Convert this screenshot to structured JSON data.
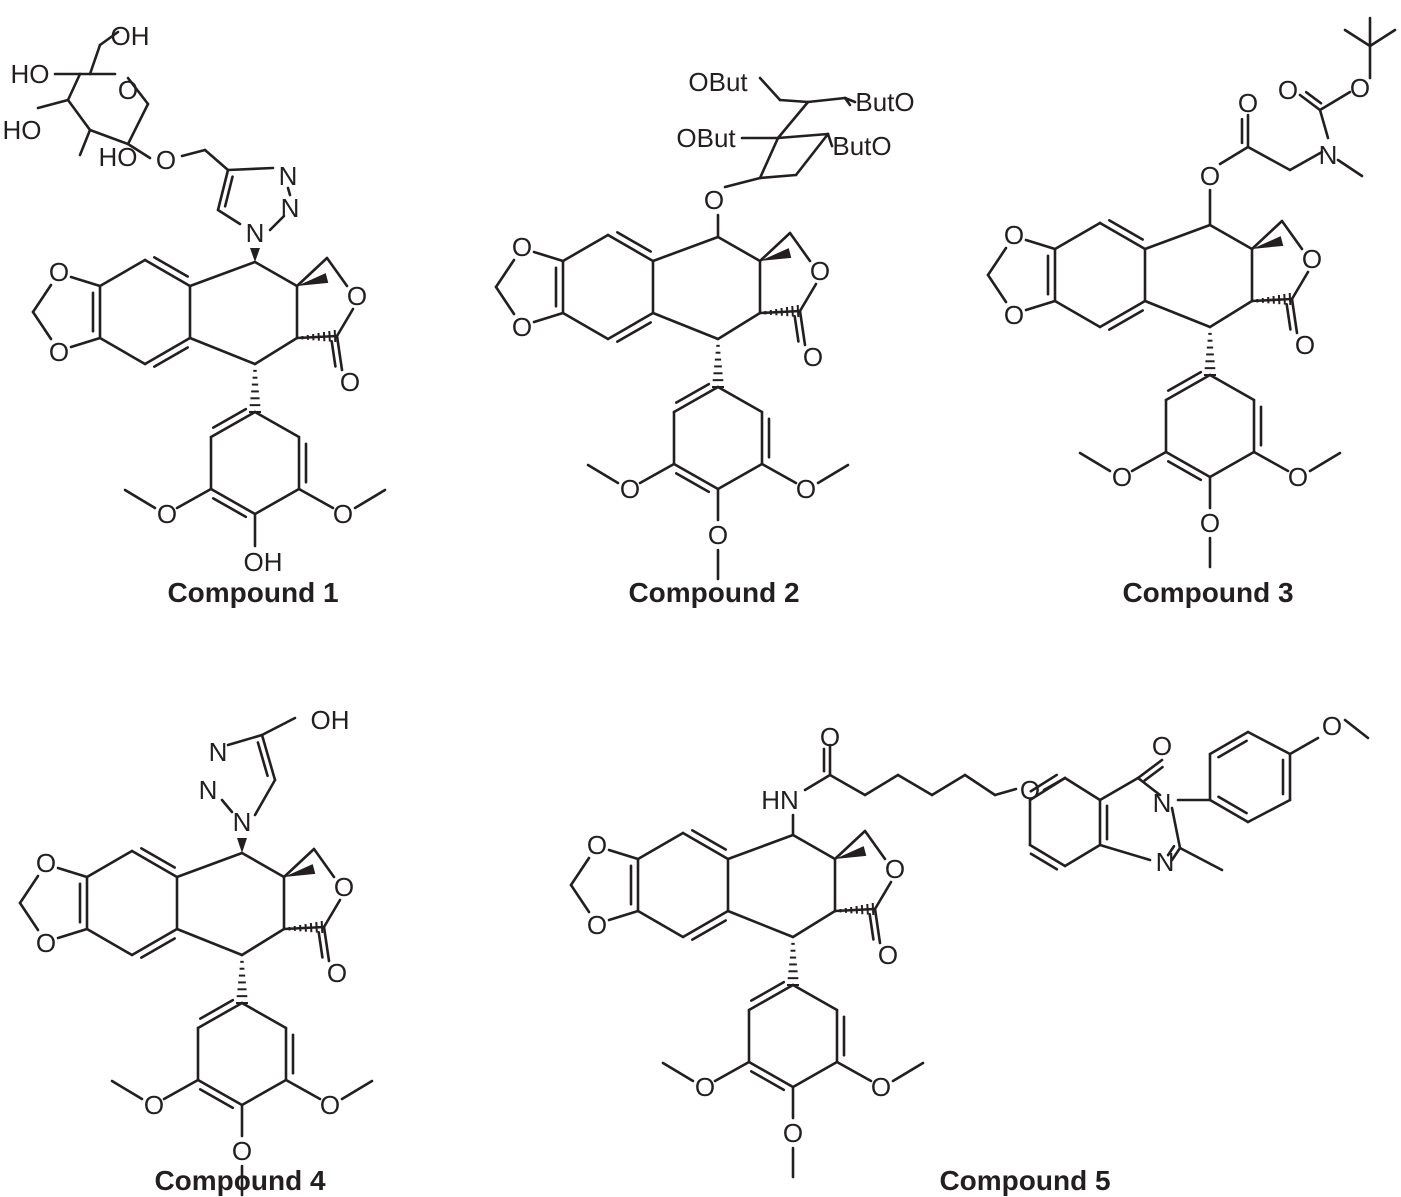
{
  "figure": {
    "compounds": [
      {
        "id": "c1",
        "caption": "Compound 1"
      },
      {
        "id": "c2",
        "caption": "Compound 2"
      },
      {
        "id": "c3",
        "caption": "Compound 3"
      },
      {
        "id": "c4",
        "caption": "Compound 4"
      },
      {
        "id": "c5",
        "caption": "Compound 5"
      }
    ],
    "labels": {
      "O": "O",
      "N": "N",
      "OH": "OH",
      "HO": "HO",
      "OBut": "OBut",
      "ButO": "ButO",
      "HN": "HN"
    },
    "colors": {
      "ink": "#231f20",
      "background": "#ffffff"
    }
  }
}
